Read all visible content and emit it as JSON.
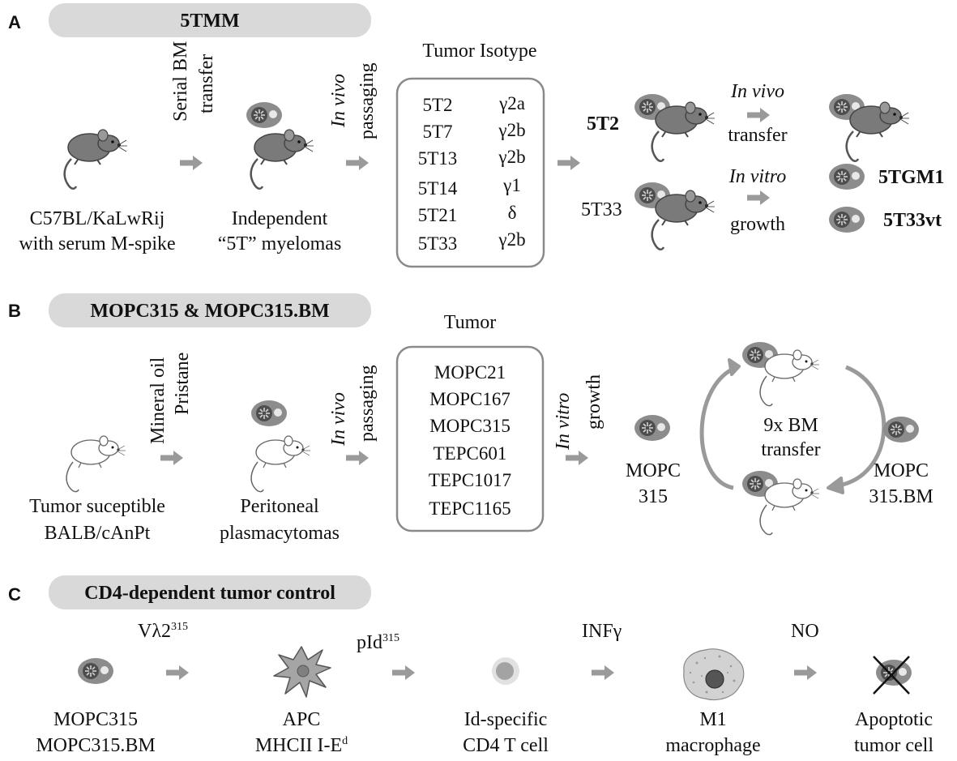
{
  "panel_a": {
    "letter": "A",
    "title": "5TMM",
    "step1_line1": "Serial BM",
    "step1_line2": "transfer",
    "step2_line1": "In vivo",
    "step2_line2": "passaging",
    "mouse_label_line1": "C57BL/KaLwRij",
    "mouse_label_line2": "with serum M-spike",
    "myeloma_label_line1": "Independent",
    "myeloma_label_line2": "“5T” myelomas",
    "table_title": "Tumor Isotype",
    "tumors": [
      {
        "name": "5T2",
        "isotype": "γ2a"
      },
      {
        "name": "5T7",
        "isotype": "γ2b"
      },
      {
        "name": "5T13",
        "isotype": "γ2b"
      },
      {
        "name": "5T14",
        "isotype": "γ1"
      },
      {
        "name": "5T21",
        "isotype": "δ"
      },
      {
        "name": "5T33",
        "isotype": "γ2b"
      }
    ],
    "out_5t2": "5T2",
    "out_5t33": "5T33",
    "transfer_line1": "In vivo",
    "transfer_line2": "transfer",
    "growth_line1": "In vitro",
    "growth_line2": "growth",
    "cell_line1": "5TGM1",
    "cell_line2": "5T33vt"
  },
  "panel_b": {
    "letter": "B",
    "title": "MOPC315 & MOPC315.BM",
    "step1_line1": "Mineral oil",
    "step1_line2": "Pristane",
    "step2_line1": "In vivo",
    "step2_line2": "passaging",
    "step3_line1": "In vitro",
    "step3_line2": "growth",
    "mouse_label_line1": "Tumor suceptible",
    "mouse_label_line2": "BALB/cAnPt",
    "plasma_label_line1": "Peritoneal",
    "plasma_label_line2": "plasmacytomas",
    "table_title": "Tumor",
    "tumors": [
      "MOPC21",
      "MOPC167",
      "MOPC315",
      "TEPC601",
      "TEPC1017",
      "TEPC1165"
    ],
    "mopc_line1": "MOPC",
    "mopc_line2": "315",
    "cycle_line1": "9x BM",
    "cycle_line2": "transfer",
    "bm_line1": "MOPC",
    "bm_line2": "315.BM"
  },
  "panel_c": {
    "letter": "C",
    "title": "CD4-dependent tumor control",
    "arrow1_main": "Vλ2",
    "arrow1_sup": "315",
    "arrow2_main": "pId",
    "arrow2_sup": "315",
    "arrow3": "INFγ",
    "arrow4": "NO",
    "s1_line1": "MOPC315",
    "s1_line2": "MOPC315.BM",
    "s2_line1": "APC",
    "s2_line2_main": "MHCII I-E",
    "s2_line2_sup": "d",
    "s3_line1": "Id-specific",
    "s3_line2": "CD4 T cell",
    "s4_line1": "M1",
    "s4_line2": "macrophage",
    "s5_line1": "Apoptotic",
    "s5_line2": "tumor cell"
  }
}
